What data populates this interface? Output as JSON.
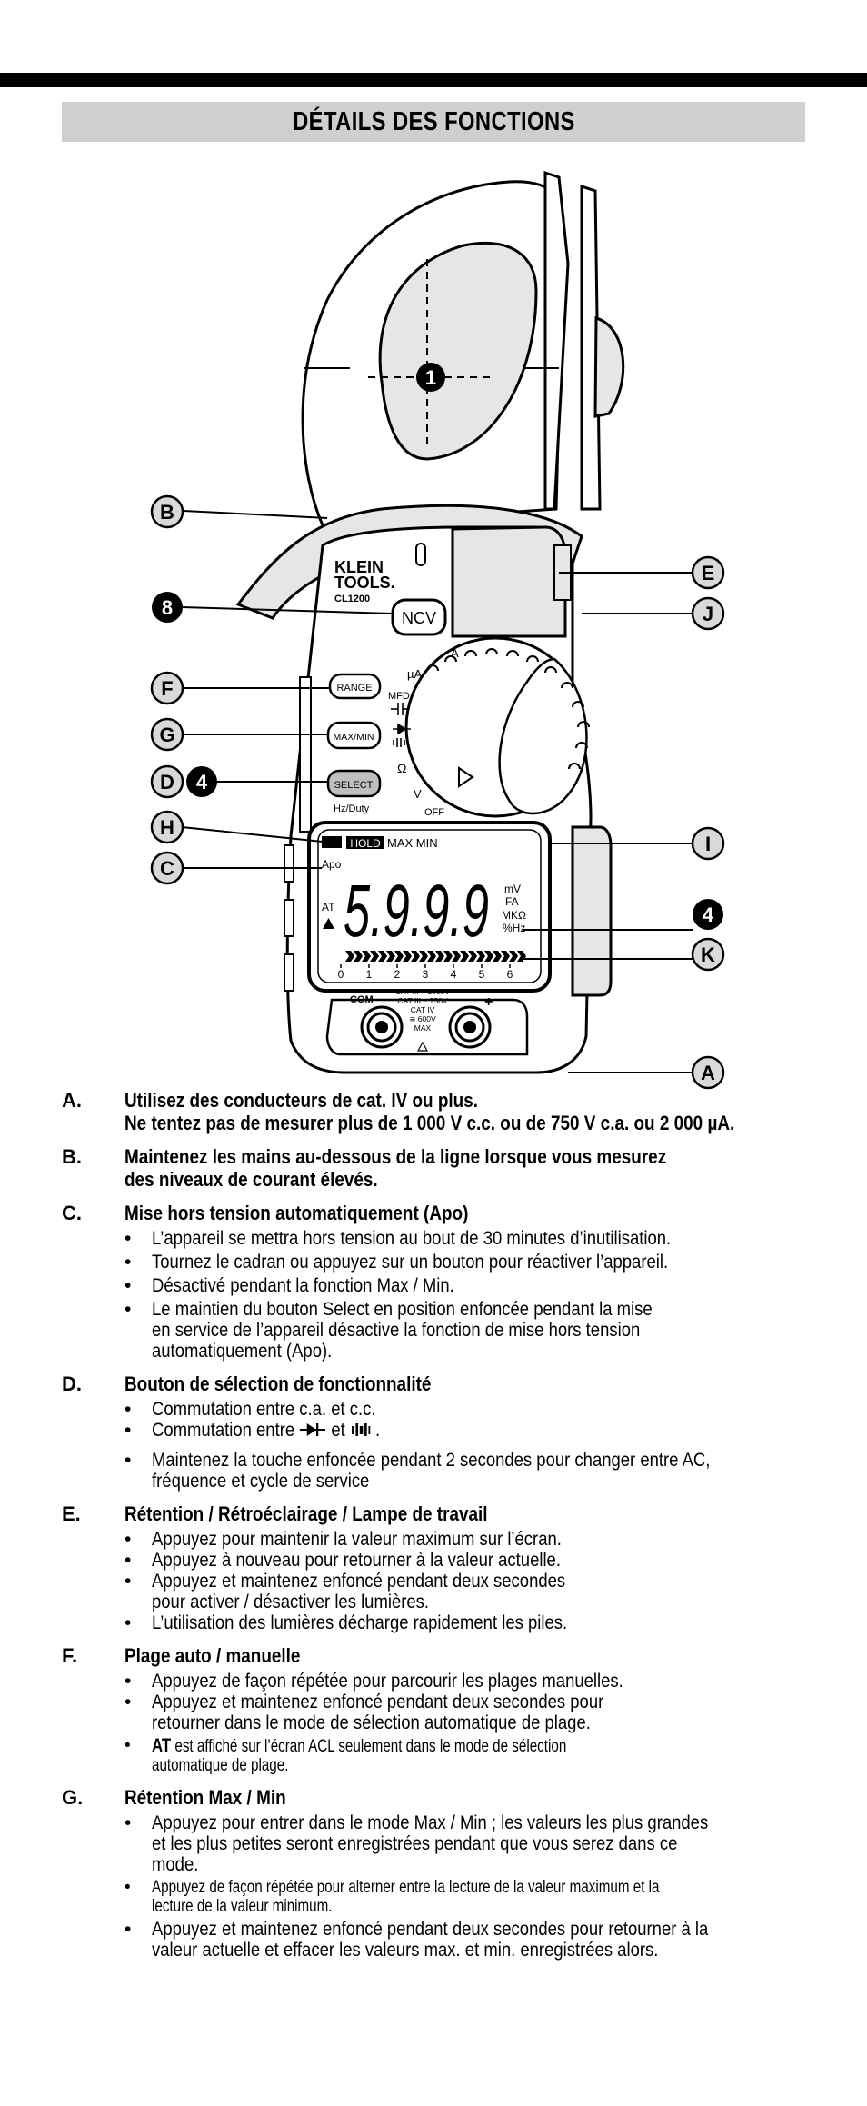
{
  "title": "DÉTAILS DES FONCTIONS",
  "diagram": {
    "brand_line1": "KLEIN",
    "brand_line2": "TOOLS.",
    "model": "CL1200",
    "buttons": {
      "ncv": "NCV",
      "range": "RANGE",
      "maxmin": "MAX/MIN",
      "select": "SELECT",
      "select_sub": "Hz/Duty"
    },
    "dial": {
      "a_ac": "A",
      "ua": "µA",
      "mfd": "MFD",
      "ohm": "Ω",
      "v": "V",
      "off": "OFF"
    },
    "lcd": {
      "hold": "HOLD",
      "maxmin": "MAX MIN",
      "apo": "Apo",
      "at": "AT",
      "digits": "5.9.9.9",
      "mv": "mV",
      "fa": "FA",
      "mkohm": "MKΩ",
      "pcthz": "%Hz",
      "scale": [
        "0",
        "1",
        "2",
        "3",
        "4",
        "5",
        "6"
      ]
    },
    "jacks": {
      "com": "COM",
      "plus": "+",
      "cat1": "CAT III = 1000V",
      "cat2": "CAT III ~ 750V",
      "cat3": "CAT IV",
      "cat4": "≅ 600V",
      "cat5": "MAX"
    },
    "callouts": {
      "one": "1",
      "b": "B",
      "e": "E",
      "eight": "8",
      "j": "J",
      "f": "F",
      "g": "G",
      "d": "D",
      "four_d": "4",
      "h": "H",
      "c": "C",
      "i": "I",
      "four_k": "4",
      "k": "K",
      "a": "A"
    }
  },
  "sections": [
    {
      "letter": "A.",
      "head": [
        "Utilisez des conducteurs de cat. IV ou plus.",
        "Ne tentez pas de mesurer plus de 1 000 V c.c. ou de 750 V c.a. ou 2 000 µA."
      ],
      "bullets": []
    },
    {
      "letter": "B.",
      "head": [
        "Maintenez les mains au-dessous de la ligne lorsque vous mesurez",
        "des niveaux de courant élevés."
      ],
      "bullets": []
    },
    {
      "letter": "C.",
      "head": [
        "Mise hors tension automatiquement (Apo)"
      ],
      "bullets": [
        [
          "L’appareil se mettra hors tension au bout de 30 minutes d’inutilisation."
        ],
        [
          "Tournez le cadran ou appuyez sur un bouton pour réactiver l’appareil."
        ],
        [
          "Désactivé pendant la fonction Max / Min."
        ],
        [
          "Le maintien du bouton Select en position enfoncée pendant la mise",
          "en service de l’appareil désactive la fonction de mise hors tension",
          "automatiquement (Apo)."
        ]
      ]
    },
    {
      "letter": "D.",
      "head": [
        "Bouton de sélection de fonctionnalité"
      ],
      "d_bullets": {
        "b1": "Commutation entre c.a. et c.c.",
        "b2_pre": "Commutation entre",
        "b2_mid": "et",
        "b2_post": ".",
        "b3": [
          "Maintenez la touche enfoncée pendant 2 secondes pour changer entre AC,",
          "fréquence et cycle de service"
        ]
      }
    },
    {
      "letter": "E.",
      "head": [
        "Rétention / Rétroéclairage / Lampe de travail"
      ],
      "bullets": [
        [
          "Appuyez pour maintenir la valeur maximum sur l’écran."
        ],
        [
          "Appuyez à nouveau pour retourner à la valeur actuelle."
        ],
        [
          "Appuyez et maintenez enfoncé pendant deux secondes",
          "pour activer / désactiver les lumières."
        ],
        [
          "L’utilisation des lumières décharge rapidement les piles."
        ]
      ]
    },
    {
      "letter": "F.",
      "head": [
        "Plage auto / manuelle"
      ],
      "bullets": [
        [
          "Appuyez de façon répétée pour parcourir les plages manuelles."
        ],
        [
          "Appuyez et maintenez enfoncé pendant deux secondes pour",
          "retourner dans le mode de sélection automatique de plage."
        ]
      ],
      "at_bullet": {
        "bold": "AT",
        "rest": " est affiché sur l’écran ACL seulement dans le mode de sélection",
        "line2": "automatique de plage."
      }
    },
    {
      "letter": "G.",
      "head": [
        "Rétention Max / Min"
      ],
      "bullets": [
        [
          "Appuyez pour entrer dans le mode Max / Min ; les valeurs les plus grandes",
          "et les plus petites seront enregistrées pendant que vous serez dans ce",
          "mode."
        ]
      ],
      "small_bullets": [
        [
          "Appuyez de façon répétée pour alterner entre la lecture de la valeur maximum et la",
          "lecture de la valeur minimum."
        ]
      ],
      "last_bullets": [
        [
          "Appuyez et maintenez enfoncé pendant deux secondes pour retourner à la",
          "valeur actuelle et effacer les valeurs max. et min. enregistrées alors."
        ]
      ]
    }
  ]
}
